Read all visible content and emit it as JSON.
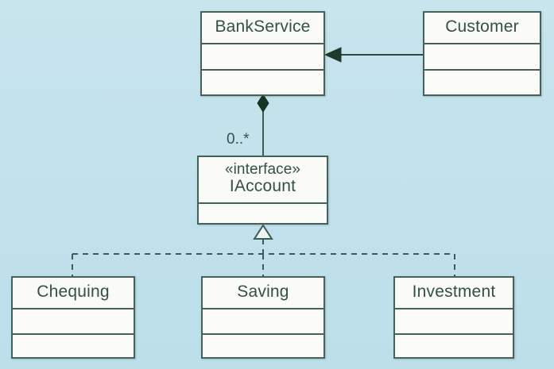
{
  "diagram": {
    "type": "uml-class-diagram",
    "background_color": "#c3e2ec",
    "line_color": "#44625a",
    "box_fill": "#fbfbf7",
    "text_color": "#33504a",
    "classes": [
      {
        "id": "bankservice",
        "name": "BankService",
        "stereotype": "",
        "compartments": 3,
        "attributes": [],
        "operations": []
      },
      {
        "id": "customer",
        "name": "Customer",
        "stereotype": "",
        "compartments": 3,
        "attributes": [],
        "operations": []
      },
      {
        "id": "iaccount",
        "name": "IAccount",
        "stereotype": "«interface»",
        "compartments": 2,
        "attributes": [],
        "operations": []
      },
      {
        "id": "chequing",
        "name": "Chequing",
        "stereotype": "",
        "compartments": 3,
        "attributes": [],
        "operations": []
      },
      {
        "id": "saving",
        "name": "Saving",
        "stereotype": "",
        "compartments": 3,
        "attributes": [],
        "operations": []
      },
      {
        "id": "investment",
        "name": "Investment",
        "stereotype": "",
        "compartments": 3,
        "attributes": [],
        "operations": []
      }
    ],
    "relationships": [
      {
        "id": "customer-to-bankservice",
        "kind": "association",
        "line": "solid",
        "from": "Customer",
        "to": "BankService",
        "source_decoration": "none",
        "target_decoration": "filled-arrowhead",
        "label": ""
      },
      {
        "id": "bankservice-to-iaccount",
        "kind": "composition",
        "line": "solid",
        "from": "BankService",
        "to": "IAccount",
        "source_decoration": "filled-diamond",
        "target_decoration": "none",
        "label": "0..*"
      },
      {
        "id": "chequing-realizes-iaccount",
        "kind": "realization",
        "line": "dashed",
        "from": "Chequing",
        "to": "IAccount",
        "source_decoration": "none",
        "target_decoration": "hollow-triangle",
        "label": ""
      },
      {
        "id": "saving-realizes-iaccount",
        "kind": "realization",
        "line": "dashed",
        "from": "Saving",
        "to": "IAccount",
        "source_decoration": "none",
        "target_decoration": "hollow-triangle",
        "label": ""
      },
      {
        "id": "investment-realizes-iaccount",
        "kind": "realization",
        "line": "dashed",
        "from": "Investment",
        "to": "IAccount",
        "source_decoration": "none",
        "target_decoration": "hollow-triangle",
        "label": ""
      }
    ],
    "labels": {
      "multiplicity_iaccount": "0..*"
    }
  }
}
